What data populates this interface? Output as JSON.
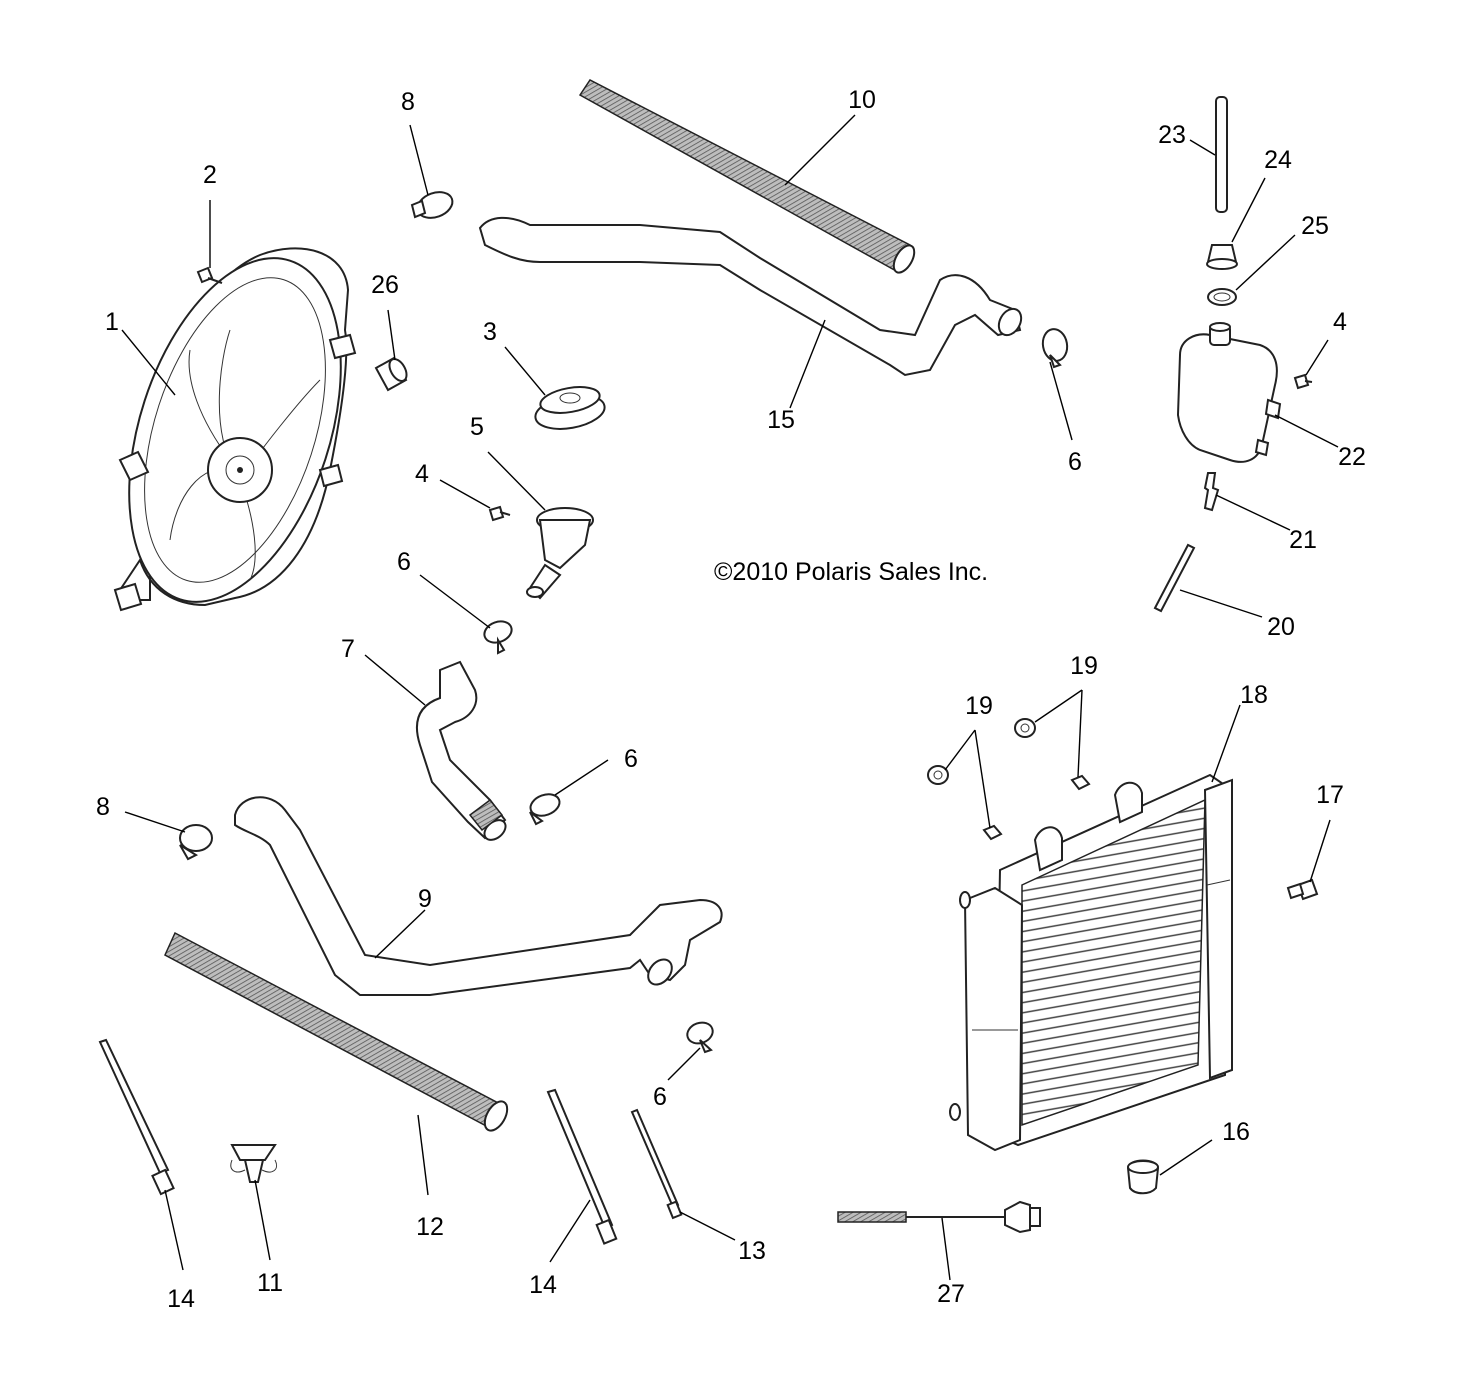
{
  "copyright": "©2010 Polaris Sales Inc.",
  "callouts": [
    {
      "id": "1",
      "label": "1"
    },
    {
      "id": "2",
      "label": "2"
    },
    {
      "id": "3",
      "label": "3"
    },
    {
      "id": "4a",
      "label": "4"
    },
    {
      "id": "4b",
      "label": "4"
    },
    {
      "id": "5",
      "label": "5"
    },
    {
      "id": "6a",
      "label": "6"
    },
    {
      "id": "6b",
      "label": "6"
    },
    {
      "id": "6c",
      "label": "6"
    },
    {
      "id": "6d",
      "label": "6"
    },
    {
      "id": "7",
      "label": "7"
    },
    {
      "id": "8a",
      "label": "8"
    },
    {
      "id": "8b",
      "label": "8"
    },
    {
      "id": "9",
      "label": "9"
    },
    {
      "id": "10",
      "label": "10"
    },
    {
      "id": "11",
      "label": "11"
    },
    {
      "id": "12",
      "label": "12"
    },
    {
      "id": "13",
      "label": "13"
    },
    {
      "id": "14a",
      "label": "14"
    },
    {
      "id": "14b",
      "label": "14"
    },
    {
      "id": "15",
      "label": "15"
    },
    {
      "id": "16",
      "label": "16"
    },
    {
      "id": "17",
      "label": "17"
    },
    {
      "id": "18",
      "label": "18"
    },
    {
      "id": "19a",
      "label": "19"
    },
    {
      "id": "19b",
      "label": "19"
    },
    {
      "id": "20",
      "label": "20"
    },
    {
      "id": "21",
      "label": "21"
    },
    {
      "id": "22",
      "label": "22"
    },
    {
      "id": "23",
      "label": "23"
    },
    {
      "id": "24",
      "label": "24"
    },
    {
      "id": "25",
      "label": "25"
    },
    {
      "id": "26",
      "label": "26"
    },
    {
      "id": "27",
      "label": "27"
    }
  ]
}
